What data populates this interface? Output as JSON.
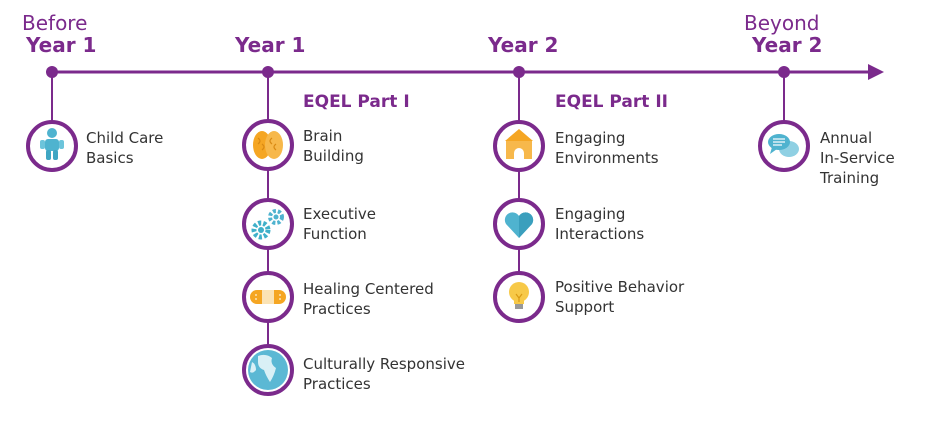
{
  "colors": {
    "purple": "#7b2a8c",
    "text": "#333333",
    "teal": "#3fb0c9",
    "orange": "#f5a623",
    "yellow": "#f7c948"
  },
  "stages": [
    {
      "light": "Before",
      "bold": "Year 1"
    },
    {
      "light": "",
      "bold": "Year 1"
    },
    {
      "light": "",
      "bold": "Year 2"
    },
    {
      "light": "Beyond",
      "bold": "Year 2"
    }
  ],
  "sections": {
    "part1": "EQEL Part I",
    "part2": "EQEL Part II"
  },
  "items": {
    "child_care": {
      "icon": "child-icon",
      "line1": "Child Care",
      "line2": "Basics"
    },
    "brain": {
      "icon": "brain-icon",
      "line1": "Brain",
      "line2": "Building"
    },
    "executive": {
      "icon": "gears-icon",
      "line1": "Executive",
      "line2": "Function"
    },
    "healing": {
      "icon": "bandage-icon",
      "line1": "Healing Centered",
      "line2": "Practices"
    },
    "cultural": {
      "icon": "globe-icon",
      "line1": "Culturally Responsive",
      "line2": "Practices"
    },
    "environments": {
      "icon": "house-icon",
      "line1": "Engaging",
      "line2": "Environments"
    },
    "interactions": {
      "icon": "heart-icon",
      "line1": "Engaging",
      "line2": "Interactions"
    },
    "behavior": {
      "icon": "lightbulb-icon",
      "line1": "Positive Behavior",
      "line2": "Support"
    },
    "annual": {
      "icon": "chat-bubbles-icon",
      "line1": "Annual",
      "line2": "In-Service",
      "line3": "Training"
    }
  }
}
